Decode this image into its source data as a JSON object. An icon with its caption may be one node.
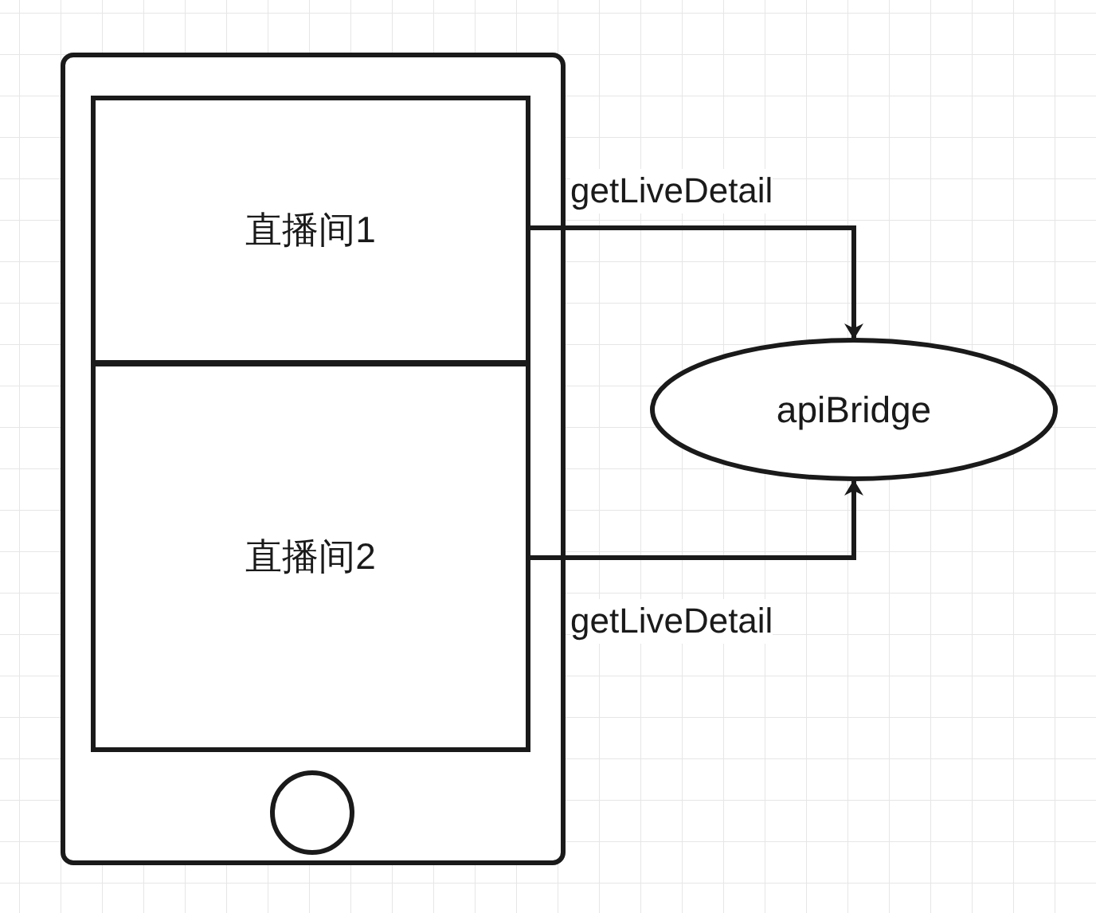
{
  "diagram": {
    "nodes": [
      {
        "text": [],
        "shape": "box"
      },
      {
        "text": [
          "直播间1"
        ],
        "in": 0
      },
      {
        "text": [
          "直播间2"
        ],
        "in": 0
      },
      {
        "text": [
          "apiBridge"
        ]
      }
    ],
    "edges": [
      {
        "from": 1,
        "to": 3,
        "arrow": "to",
        "label": "getLiveDetail"
      },
      {
        "from": 2,
        "to": 3,
        "arrow": "to",
        "label": "getLiveDetail"
      }
    ]
  }
}
